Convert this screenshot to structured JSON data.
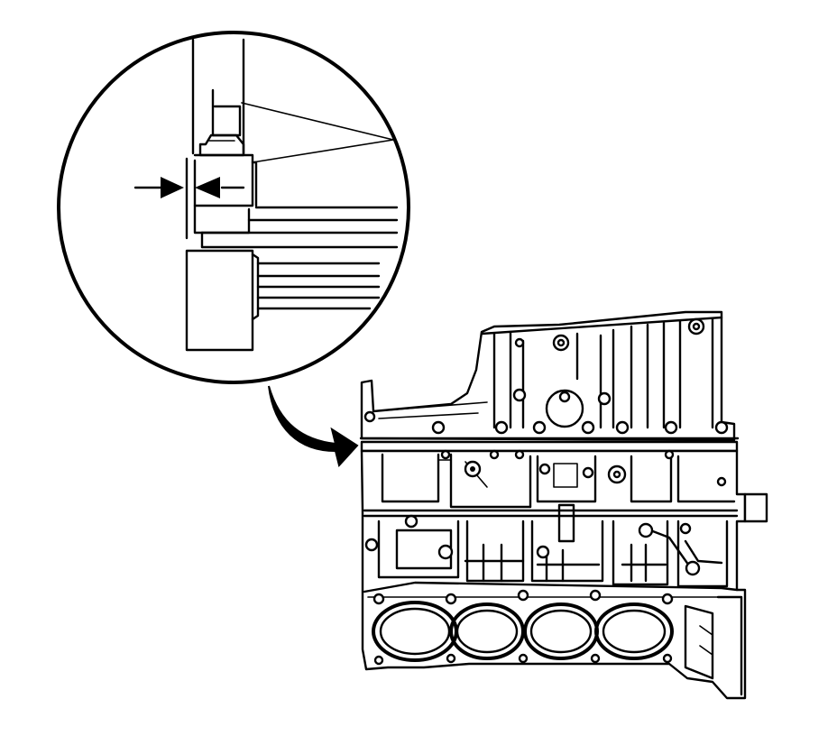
{
  "figure": {
    "subject": "engine-block-oil-pan-flush-alignment",
    "colors": {
      "line": "#000000",
      "background": "#ffffff"
    },
    "icons": [
      "detail-magnifier-circle",
      "callout-arrow",
      "measurement-arrows"
    ]
  }
}
